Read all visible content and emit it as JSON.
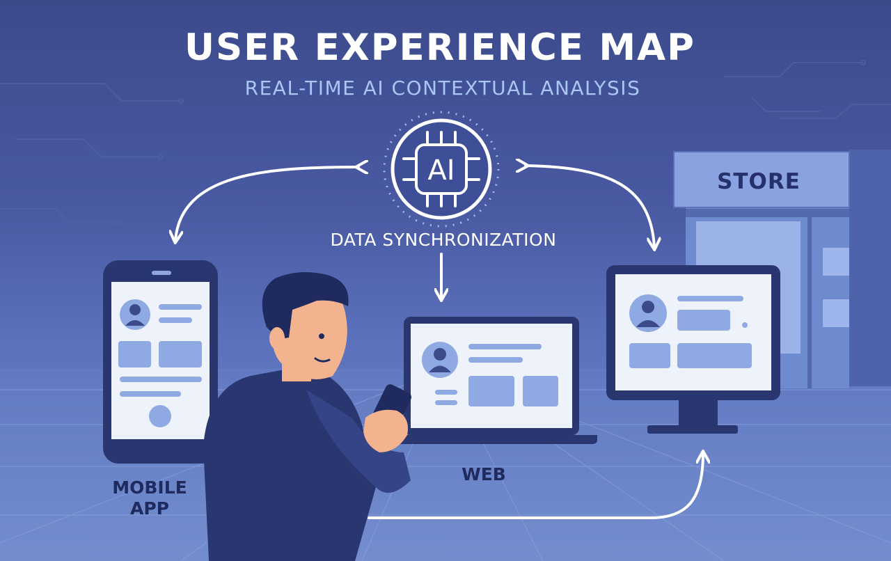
{
  "header": {
    "title": "USER EXPERIENCE MAP",
    "subtitle": "REAL-TIME AI CONTEXTUAL ANALYSIS"
  },
  "hub": {
    "icon_text": "AI",
    "icon": "ai-chip-icon",
    "label": "DATA SYNCHRONIZATION"
  },
  "channels": {
    "mobile": {
      "label_line1": "MOBILE",
      "label_line2": "APP",
      "icon": "smartphone-icon"
    },
    "web": {
      "label": "WEB",
      "icon": "laptop-icon"
    },
    "store": {
      "label": "STORE",
      "icon": "storefront-icon"
    }
  },
  "colors": {
    "background_top": "#3c4a8c",
    "background_bottom": "#6d87cb",
    "accent_light_blue": "#a9c6f5",
    "device_frame": "#1f2a5e",
    "screen_fill": "#eef2fb",
    "placeholder_block": "#8fa9e2"
  }
}
